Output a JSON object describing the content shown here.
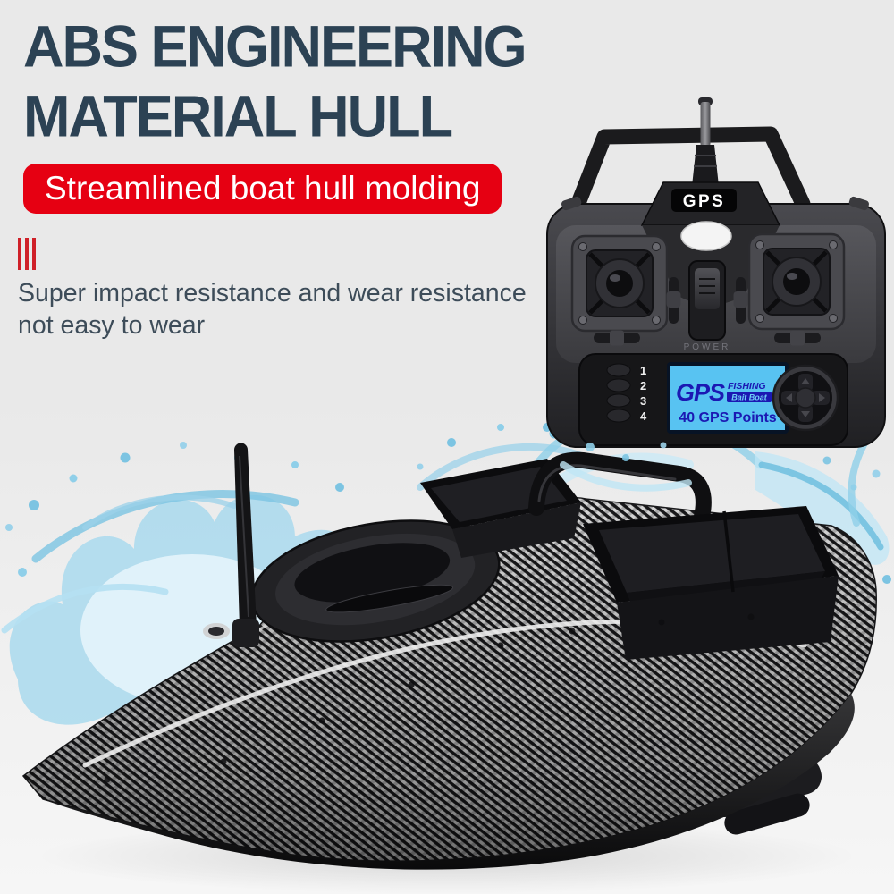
{
  "page": {
    "background_top": "#e9e9e9",
    "background_bottom": "#f6f6f6"
  },
  "headline": {
    "line1": "ABS ENGINEERING",
    "line2": "MATERIAL HULL",
    "color": "#2c4254"
  },
  "banner": {
    "text": "Streamlined boat hull molding",
    "bg_color": "#e60012",
    "text_color": "#ffffff"
  },
  "accent_bars": {
    "count": 3,
    "color": "#cf2028"
  },
  "description": {
    "line1": "Super impact resistance and wear resistance",
    "line2": "not easy to wear",
    "color": "#3d4c59"
  },
  "remote_controller": {
    "badge_label": "GPS",
    "power_label": "POWER",
    "channel_buttons": [
      "1",
      "2",
      "3",
      "4"
    ],
    "screen": {
      "brand_main": "GPS",
      "brand_top": "FISHING",
      "brand_sub": "Bait Boat",
      "feature_text": "40 GPS Points",
      "bg_color": "#58c3f2",
      "text_color": "#1b18b3"
    }
  },
  "artwork_colors": {
    "water_splash": "#8ecde8",
    "water_splash_light": "#d9eff9",
    "boat_carbon_light": "#d7d7d7",
    "boat_carbon_dark": "#18181a",
    "remote_body": "#3a3a3e",
    "hull_bottom": "#0c0c0d"
  }
}
